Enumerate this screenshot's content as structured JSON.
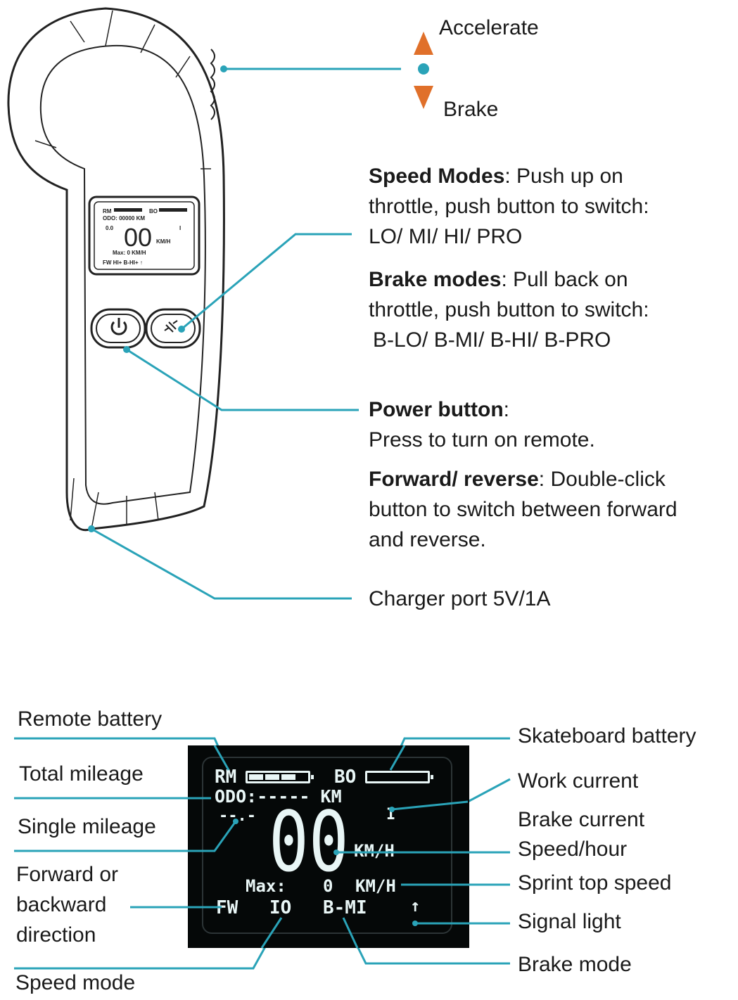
{
  "colors": {
    "leader": "#2aa3b8",
    "arrow": "#e0702a",
    "lcd_bg": "#050808",
    "lcd_text": "#e9f6f6"
  },
  "throttle": {
    "up_label": "Accelerate",
    "down_label": "Brake"
  },
  "callouts": {
    "speed_modes": {
      "title": "Speed Modes",
      "lines": [
        ": Push up on",
        "throttle, push button to switch:",
        "LO/ MI/ HI/ PRO"
      ]
    },
    "brake_modes": {
      "title": "Brake modes",
      "lines": [
        ": Pull back on",
        "throttle, push button to switch:",
        "B-LO/ B-MI/ B-HI/ B-PRO"
      ]
    },
    "power_button": {
      "title": "Power button",
      "lines": [
        ":",
        "Press to turn on remote."
      ]
    },
    "forward_reverse": {
      "title": "Forward/ reverse",
      "lines": [
        ": Double-click",
        "button to switch between forward",
        "and reverse."
      ]
    },
    "charger": {
      "label": "Charger port 5V/1A"
    }
  },
  "display_labels": {
    "left": {
      "remote_battery": "Remote battery",
      "total_mileage": "Total mileage",
      "single_mileage": "Single mileage",
      "direction": [
        "Forward or",
        "backward",
        "direction"
      ],
      "speed_mode": "Speed mode"
    },
    "right": {
      "skateboard_battery": "Skateboard battery",
      "work_current": "Work current",
      "brake_current": "Brake current",
      "speed_hour": "Speed/hour",
      "sprint_top_speed": "Sprint top speed",
      "signal_light": "Signal light",
      "brake_mode": "Brake mode"
    }
  },
  "lcd": {
    "rm": "RM",
    "bo": "BO",
    "remote_battery_level": 0.6,
    "board_battery_level": 0,
    "odo": "ODO:----- KM",
    "trip": "--.-",
    "current": "I",
    "speed": "00",
    "speed_unit": "KM/H",
    "max_label": "Max:",
    "max_value": "0",
    "max_unit": "KM/H",
    "direction": "FW",
    "speed_mode": "IO",
    "brake_mode": "B-MI",
    "signal": "↑"
  }
}
